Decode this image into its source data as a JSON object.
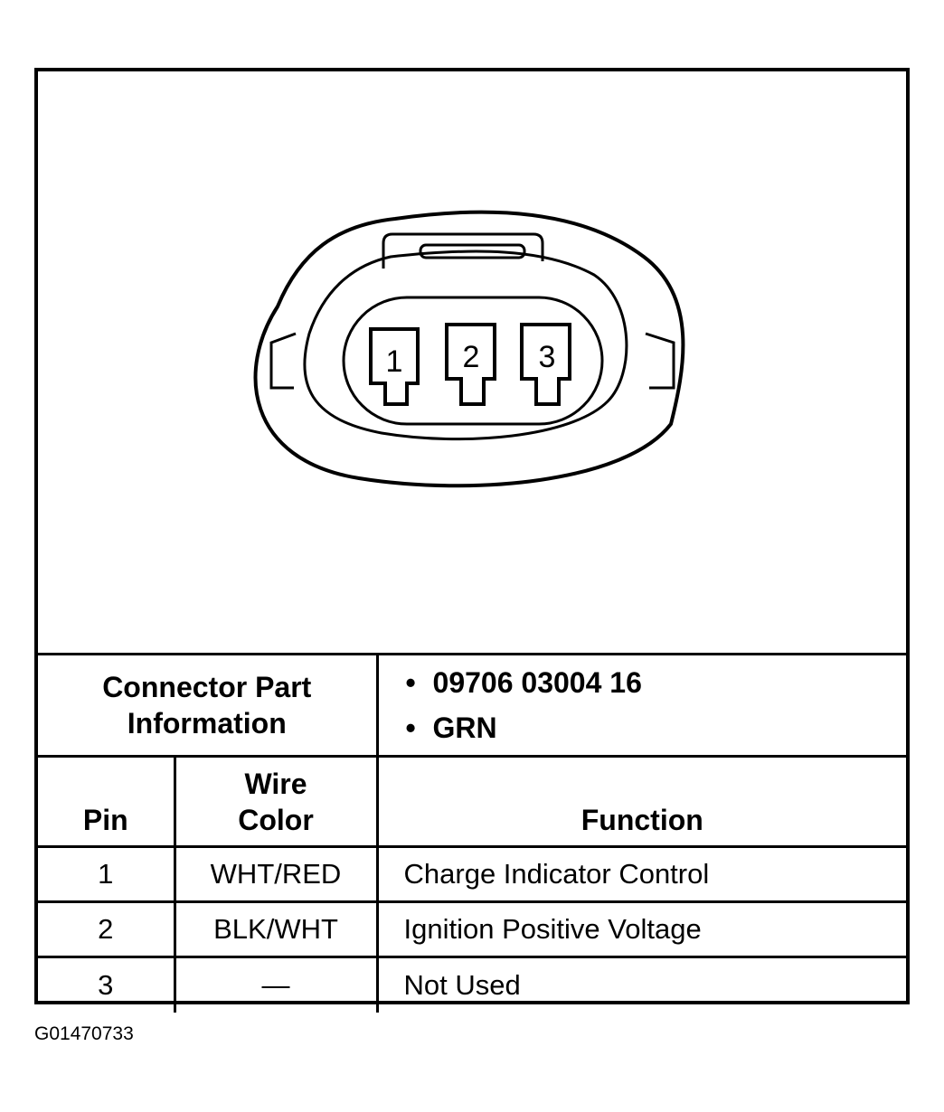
{
  "connector": {
    "pins": [
      {
        "label": "1"
      },
      {
        "label": "2"
      },
      {
        "label": "3"
      }
    ]
  },
  "part_info": {
    "label_line1": "Connector Part",
    "label_line2": "Information",
    "items": [
      "09706 03004 16",
      "GRN"
    ],
    "bullet": "•"
  },
  "table": {
    "headers": {
      "pin": "Pin",
      "wire_line1": "Wire",
      "wire_line2": "Color",
      "function": "Function"
    },
    "rows": [
      {
        "pin": "1",
        "wire": "WHT/RED",
        "function": "Charge Indicator Control"
      },
      {
        "pin": "2",
        "wire": "BLK/WHT",
        "function": "Ignition Positive Voltage"
      },
      {
        "pin": "3",
        "wire": "—",
        "function": "Not Used"
      }
    ]
  },
  "caption": "G01470733"
}
